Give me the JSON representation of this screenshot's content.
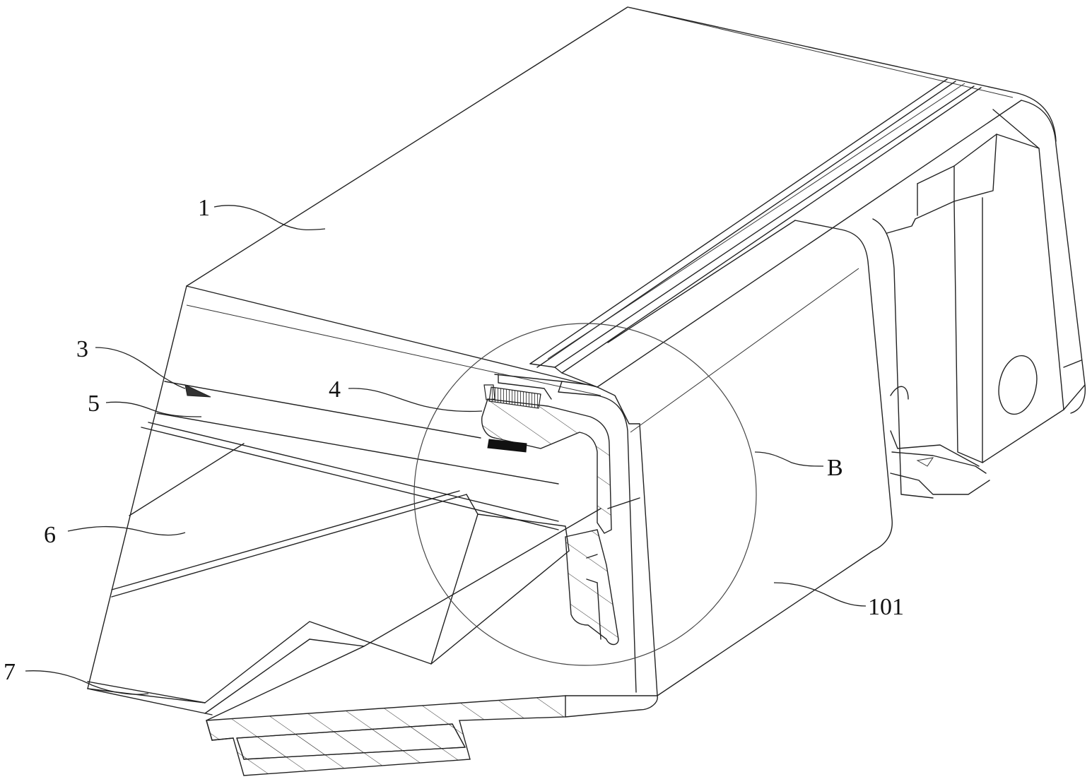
{
  "figure": {
    "labels": {
      "part_1": "1",
      "part_3": "3",
      "part_4": "4",
      "part_5": "5",
      "part_6": "6",
      "part_7": "7",
      "detail_b": "B",
      "part_101": "101"
    }
  }
}
